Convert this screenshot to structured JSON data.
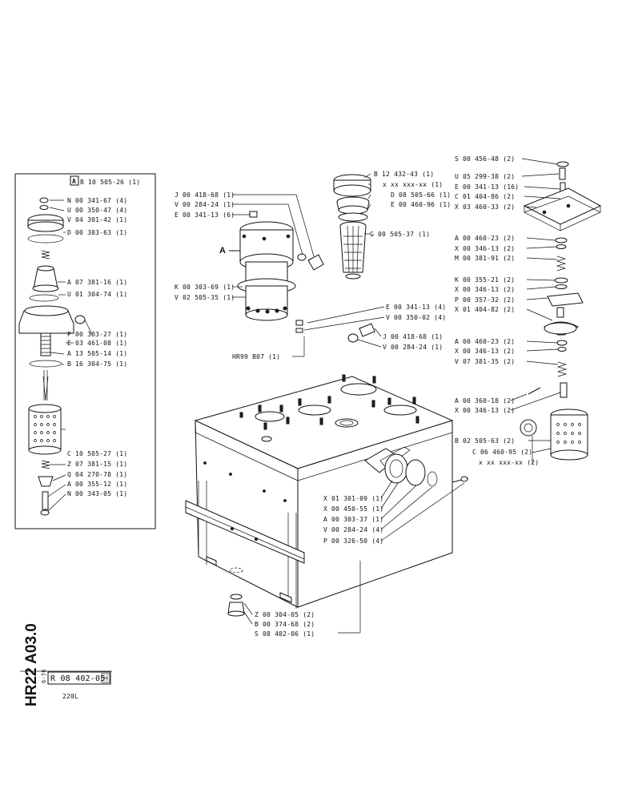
{
  "doc": {
    "model_title": "HR22 A03.0",
    "date": "6-76",
    "drawing_no": "R 08 402-05",
    "caption": "220L",
    "callout_main": "A",
    "callout_box": "A"
  },
  "parts_left": [
    "B 10 505-26 (1)",
    "N 00 341-67 (4)",
    "U 00 350-47 (4)",
    "V 04 301-42 (1)",
    "D 00 303-63 (1)",
    "A 07 381-16 (1)",
    "U 01 304-74 (1)",
    "P 00 303-27 (1)",
    "E 03 461-08 (1)",
    "A 13 505-14 (1)",
    "B 16 304-75 (1)",
    "C 10 505-27 (1)",
    "Z 07 381-15 (1)",
    "Q 04 270-78 (1)",
    "A 00 355-12 (1)",
    "N 00 343-05 (1)"
  ],
  "parts_center": [
    "J 00 418-68 (1)",
    "V 00 284-24 (1)",
    "E 00 341-13 (6)",
    "K 00 303-69 (1)",
    "V 02 505-35 (1)",
    "HR99 B07 (1)",
    "B 12 432-43 (1)",
    "x xx xxx-xx (1)",
    "D 08 505-66 (1)",
    "E 00 460-96 (1)",
    "G 00 505-37 (1)",
    "E 00 341-13 (4)",
    "V 00 350-02 (4)",
    "J 00 418-68 (1)",
    "V 00 284-24 (1)"
  ],
  "parts_right": [
    "S 00 456-48 (2)",
    "U 05 299-38 (2)",
    "E 00 341-13 (16)",
    "C 01 404-86 (2)",
    "X 03 460-33 (2)",
    "A 00 460-23 (2)",
    "X 00 346-13 (2)",
    "M 00 381-91 (2)",
    "K 00 355-21 (2)",
    "X 00 346-13 (2)",
    "P 00 357-32 (2)",
    "X 01 404-82 (2)",
    "A 00 460-23 (2)",
    "X 00 346-13 (2)",
    "V 07 381-35 (2)",
    "A 00 360-18 (2)",
    "X 00 346-13 (2)",
    "B 02 505-63 (2)",
    "C 06 460-95 (2)",
    "x xx xxx-xx (2)"
  ],
  "parts_bottom": [
    "X 01 301-09 (1)",
    "X 00 450-55 (1)",
    "A 00 303-37 (1)",
    "V 00 284-24 (4)",
    "P 00 326-50 (4)",
    "Z 00 304-05 (2)",
    "B 00 374-68 (2)",
    "S 08 402-06 (1)"
  ]
}
